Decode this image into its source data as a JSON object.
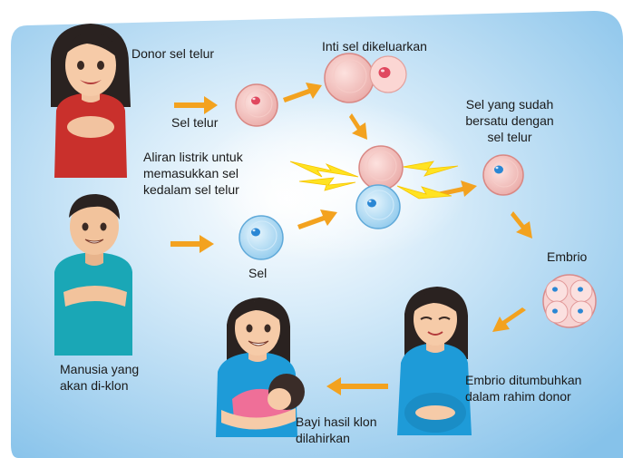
{
  "colors": {
    "background_gradient": [
      "#e4f1fb",
      "#a8d3f1",
      "#8cc4ec"
    ],
    "arrow": "#f3a21f",
    "egg_cell": "#f0b9b6",
    "egg_nucleus": "#e35b6f",
    "body_cell": "#bfe2f7",
    "body_nucleus": "#2a87d4",
    "spark": "#ffe321",
    "donor_shirt": "#c9302c",
    "man_shirt": "#1aa7b6",
    "mother_shirt": "#1e9bd8",
    "baby_clothes": "#ef6f98"
  },
  "labels": {
    "donor": "Donor sel telur",
    "nucleus_removed": "Inti sel dikeluarkan",
    "egg_cell": "Sel telur",
    "electric_current": "Aliran listrik untuk\nmemasukkan sel\nkedalam sel telur",
    "fused_cell": "Sel yang sudah\nbersatu dengan\nsel telur",
    "embryo": "Embrio",
    "cell": "Sel",
    "human_cloned": "Manusia yang\nakan di-klon",
    "embryo_grown": "Embrio ditumbuhkan\ndalam rahim donor",
    "baby_born": "Bayi hasil klon\ndilahirkan"
  },
  "icons": {
    "donor_woman": "woman-donor-figure",
    "man": "man-to-be-cloned-figure",
    "pregnant_woman": "pregnant-woman-figure",
    "mother": "mother-with-baby-figure"
  }
}
